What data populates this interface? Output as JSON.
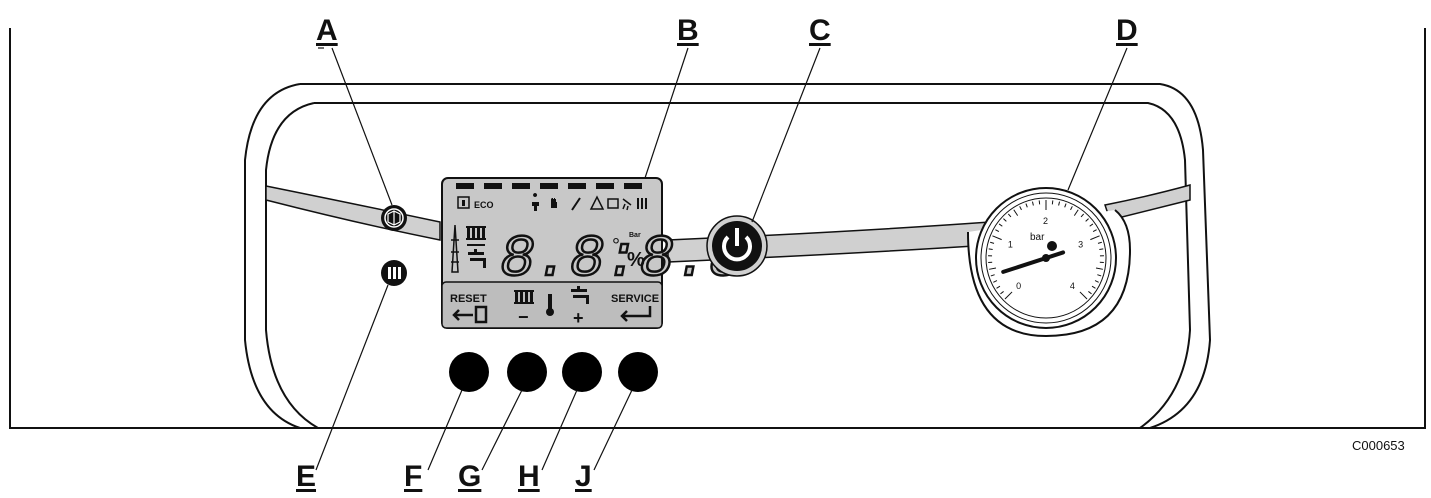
{
  "callouts": {
    "A": "A",
    "B": "B",
    "C": "C",
    "D": "D",
    "E": "E",
    "F": "F",
    "G": "G",
    "H": "H",
    "J": "J"
  },
  "reference_code": "C000653",
  "display": {
    "eco_label": "ECO",
    "digits": "8.8:8.8",
    "degree": "°",
    "bar_label": "Bar",
    "percent": "%",
    "reset_label": "RESET",
    "service_label": "SERVICE",
    "minus": "−",
    "plus": "+"
  },
  "gauge": {
    "unit": "bar",
    "scale": [
      "0",
      "1",
      "2",
      "3",
      "4"
    ],
    "needle_value": 0.4
  },
  "colors": {
    "line": "#111111",
    "lcd_bg": "#c8c8c8",
    "lcd_bottom": "#bdbdbd",
    "strip": "#d0d0d0",
    "button": "#000000"
  }
}
